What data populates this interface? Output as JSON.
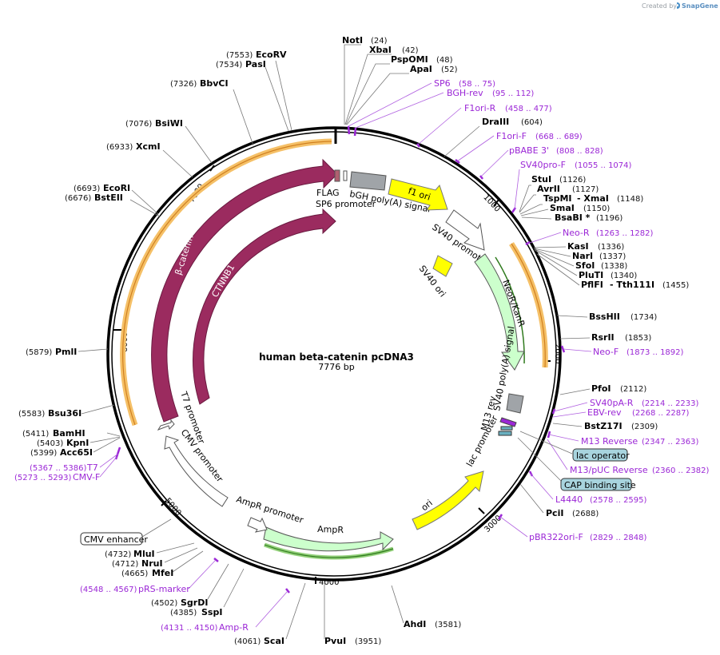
{
  "credit": {
    "prefix": "Created by",
    "brand": "SnapGene",
    "logo_icon": "snapgene-logo-icon"
  },
  "map": {
    "title": "human beta-catenin pcDNA3",
    "length_label": "7776 bp",
    "length": 7776,
    "tick_labels": [
      "1000",
      "2000",
      "3000",
      "4000",
      "5000",
      "6000",
      "7000"
    ]
  },
  "enzymes": [
    {
      "name": "NotI",
      "pos": "(24)"
    },
    {
      "name": "XbaI",
      "pos": "(42)"
    },
    {
      "name": "PspOMI",
      "pos": "(48)"
    },
    {
      "name": "ApaI",
      "pos": "(52)"
    },
    {
      "name": "DraIII",
      "pos": "(604)"
    },
    {
      "name": "StuI",
      "pos": "(1126)"
    },
    {
      "name": "AvrII",
      "pos": "(1127)"
    },
    {
      "name": "TspMI",
      "pos": ""
    },
    {
      "name": "- XmaI",
      "pos": "(1148)"
    },
    {
      "name": "SmaI",
      "pos": "(1150)"
    },
    {
      "name": "BsaBI *",
      "pos": "(1196)"
    },
    {
      "name": "KasI",
      "pos": "(1336)"
    },
    {
      "name": "NarI",
      "pos": "(1337)"
    },
    {
      "name": "SfoI",
      "pos": "(1338)"
    },
    {
      "name": "PluTI",
      "pos": "(1340)"
    },
    {
      "name": "PflFI",
      "pos": ""
    },
    {
      "name": "- Tth111I",
      "pos": "(1455)"
    },
    {
      "name": "BssHII",
      "pos": "(1734)"
    },
    {
      "name": "RsrII",
      "pos": "(1853)"
    },
    {
      "name": "PfoI",
      "pos": "(2112)"
    },
    {
      "name": "BstZ17I",
      "pos": "(2309)"
    },
    {
      "name": "PciI",
      "pos": "(2688)"
    },
    {
      "name": "AhdI",
      "pos": "(3581)"
    },
    {
      "name": "PvuI",
      "pos": "(3951)"
    },
    {
      "name": "ScaI",
      "pos": "(4061)"
    },
    {
      "name": "SspI",
      "pos": "(4385)"
    },
    {
      "name": "SgrDI",
      "pos": "(4502)"
    },
    {
      "name": "MfeI",
      "pos": "(4665)"
    },
    {
      "name": "NruI",
      "pos": "(4712)"
    },
    {
      "name": "MluI",
      "pos": "(4732)"
    },
    {
      "name": "Acc65I",
      "pos": "(5399)"
    },
    {
      "name": "KpnI",
      "pos": "(5403)"
    },
    {
      "name": "BamHI",
      "pos": "(5411)"
    },
    {
      "name": "Bsu36I",
      "pos": "(5583)"
    },
    {
      "name": "PmlI",
      "pos": "(5879)"
    },
    {
      "name": "BstEII",
      "pos": "(6676)"
    },
    {
      "name": "EcoRI",
      "pos": "(6693)"
    },
    {
      "name": "XcmI",
      "pos": "(6933)"
    },
    {
      "name": "BsiWI",
      "pos": "(7076)"
    },
    {
      "name": "BbvCI",
      "pos": "(7326)"
    },
    {
      "name": "PasI",
      "pos": "(7534)"
    },
    {
      "name": "EcoRV",
      "pos": "(7553)"
    }
  ],
  "primers": [
    {
      "name": "SP6",
      "range": "(58 .. 75)"
    },
    {
      "name": "BGH-rev",
      "range": "(95 .. 112)"
    },
    {
      "name": "F1ori-R",
      "range": "(458 .. 477)"
    },
    {
      "name": "F1ori-F",
      "range": "(668 .. 689)"
    },
    {
      "name": "pBABE 3'",
      "range": "(808 .. 828)"
    },
    {
      "name": "SV40pro-F",
      "range": "(1055 .. 1074)"
    },
    {
      "name": "Neo-R",
      "range": "(1263 .. 1282)"
    },
    {
      "name": "Neo-F",
      "range": "(1873 .. 1892)"
    },
    {
      "name": "SV40pA-R",
      "range": "(2214 .. 2233)"
    },
    {
      "name": "EBV-rev",
      "range": "(2268 .. 2287)"
    },
    {
      "name": "M13 Reverse",
      "range": "(2347 .. 2363)"
    },
    {
      "name": "M13/pUC Reverse",
      "range": "(2360 .. 2382)"
    },
    {
      "name": "L4440",
      "range": "(2578 .. 2595)"
    },
    {
      "name": "pBR322ori-F",
      "range": "(2829 .. 2848)"
    },
    {
      "name": "Amp-R",
      "range": "(4131 .. 4150)"
    },
    {
      "name": "pRS-marker",
      "range": "(4548 .. 4567)"
    },
    {
      "name": "CMV-F",
      "range": "(5273 .. 5293)"
    },
    {
      "name": "T7",
      "range": "(5367 .. 5386)"
    }
  ],
  "boxed_features": [
    "lac operator",
    "CAP binding site",
    "CMV enhancer"
  ],
  "features": [
    {
      "name": "FLAG",
      "color": "#b06070"
    },
    {
      "name": "SP6 promoter",
      "color": "#ffffff"
    },
    {
      "name": "bGH poly(A) signal",
      "color": "#a0a4a8"
    },
    {
      "name": "f1 ori",
      "color": "#ffff00"
    },
    {
      "name": "SV40 promoter",
      "color": "#ffffff"
    },
    {
      "name": "SV40 ori",
      "color": "#ffff00"
    },
    {
      "name": "NeoR/KanR",
      "color": "#ccffcc"
    },
    {
      "name": "SV40 poly(A) signal",
      "color": "#a0a4a8"
    },
    {
      "name": "M13 rev",
      "color": "#9b27d6"
    },
    {
      "name": "lac promoter",
      "color": "#ffffff"
    },
    {
      "name": "ori",
      "color": "#ffff00"
    },
    {
      "name": "AmpR",
      "color": "#ccffcc"
    },
    {
      "name": "AmpR promoter",
      "color": "#ffffff"
    },
    {
      "name": "CMV promoter",
      "color": "#ffffff"
    },
    {
      "name": "T7 promoter",
      "color": "#ffffff"
    },
    {
      "name": "β-catenin",
      "color": "#9b2b5f"
    },
    {
      "name": "CTNNB1",
      "color": "#9b2b5f"
    }
  ],
  "colors": {
    "backbone": "#000000",
    "primer": "#9b27d6",
    "orf_highlight": "#f0b050",
    "orf_fill": "#9b2b5f",
    "box_fill": "#a8d4de"
  }
}
